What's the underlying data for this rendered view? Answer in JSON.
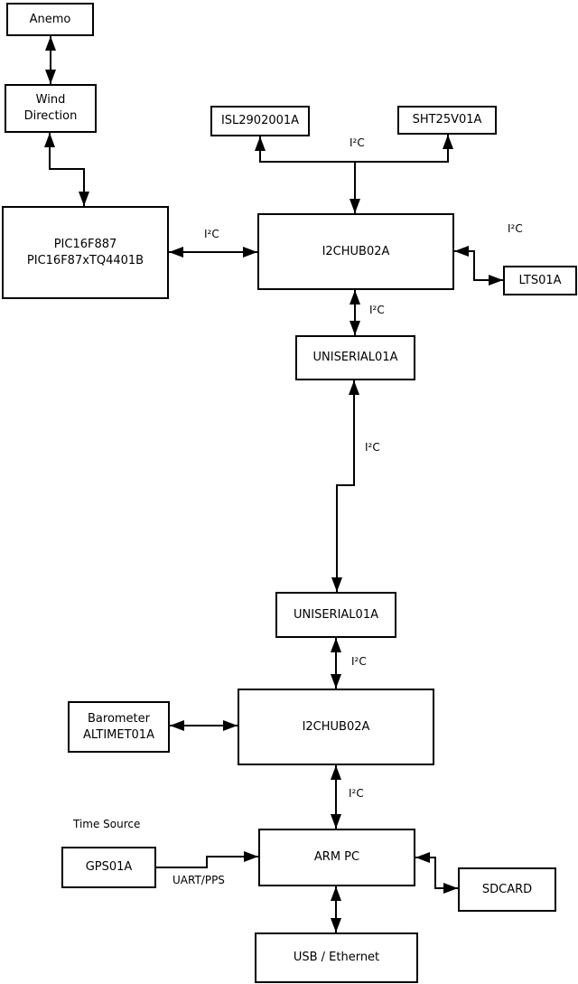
{
  "nodes": {
    "anemo": {
      "label": "Anemo"
    },
    "wind_direction": {
      "line1": "Wind",
      "line2": "Direction"
    },
    "pic": {
      "line1": "PIC16F887",
      "line2": "PIC16F87xTQ4401B"
    },
    "isl": {
      "label": "ISL2902001A"
    },
    "sht": {
      "label": "SHT25V01A"
    },
    "i2chub_upper": {
      "label": "I2CHUB02A"
    },
    "lts": {
      "label": "LTS01A"
    },
    "uniserial_upper": {
      "label": "UNISERIAL01A"
    },
    "uniserial_lower": {
      "label": "UNISERIAL01A"
    },
    "i2chub_lower": {
      "label": "I2CHUB02A"
    },
    "barometer": {
      "line1": "Barometer",
      "line2": "ALTIMET01A"
    },
    "gps": {
      "label": "GPS01A"
    },
    "arm_pc": {
      "label": "ARM PC"
    },
    "sdcard": {
      "label": "SDCARD"
    },
    "usb_ethernet": {
      "label": "USB / Ethernet"
    }
  },
  "edge_labels": {
    "i2c_isl_sht": "I²C",
    "i2c_pic_hub": "I²C",
    "i2c_hub_lts": "I²C",
    "i2c_hub_uniserial": "I²C",
    "i2c_link": "I²C",
    "i2c_uniserial_hub": "I²C",
    "i2c_hub_arm": "I²C",
    "time_source": "Time Source",
    "uart_pps": "UART/PPS"
  },
  "colors": {
    "line": "#000000",
    "background": "#ffffff",
    "box_fill": "#ffffff",
    "text": "#000000"
  }
}
